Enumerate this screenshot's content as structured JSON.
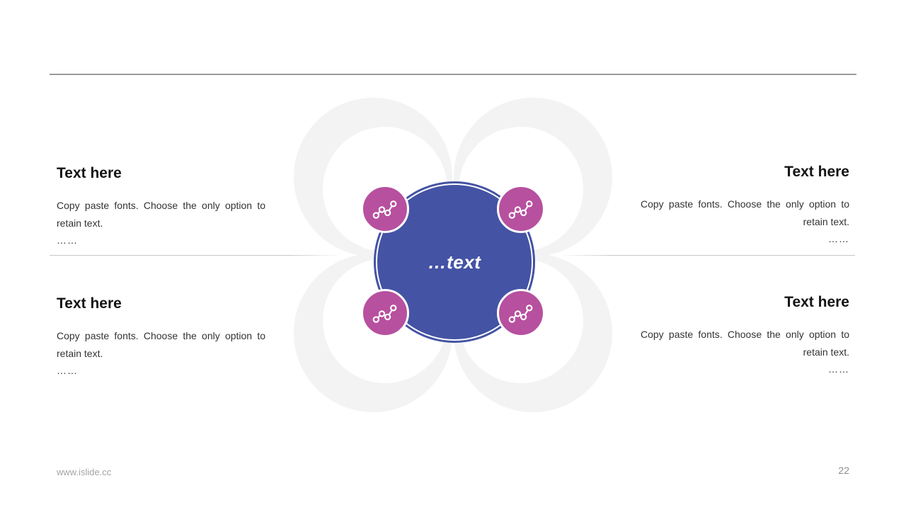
{
  "diagram": {
    "center": {
      "label": "…text",
      "color": "#4453a4"
    },
    "satellite_color": "#b7509f",
    "petal_color": "#f3f3f4",
    "satellite_icon": "trend-chart-icon",
    "satellite_count": 4
  },
  "blocks": [
    {
      "id": "top-left",
      "title": "Text here",
      "body": "Copy paste fonts. Choose the only option to retain text.",
      "more": "……"
    },
    {
      "id": "top-right",
      "title": "Text here",
      "body": "Copy paste fonts. Choose the only option to retain text.",
      "more": "……"
    },
    {
      "id": "bottom-left",
      "title": "Text here",
      "body": "Copy paste fonts. Choose the only option to retain text.",
      "more": "……"
    },
    {
      "id": "bottom-right",
      "title": "Text here",
      "body": "Copy paste fonts. Choose the only option to retain text.",
      "more": "……"
    }
  ],
  "footer": {
    "url": "www.islide.cc",
    "page_number": "22"
  }
}
